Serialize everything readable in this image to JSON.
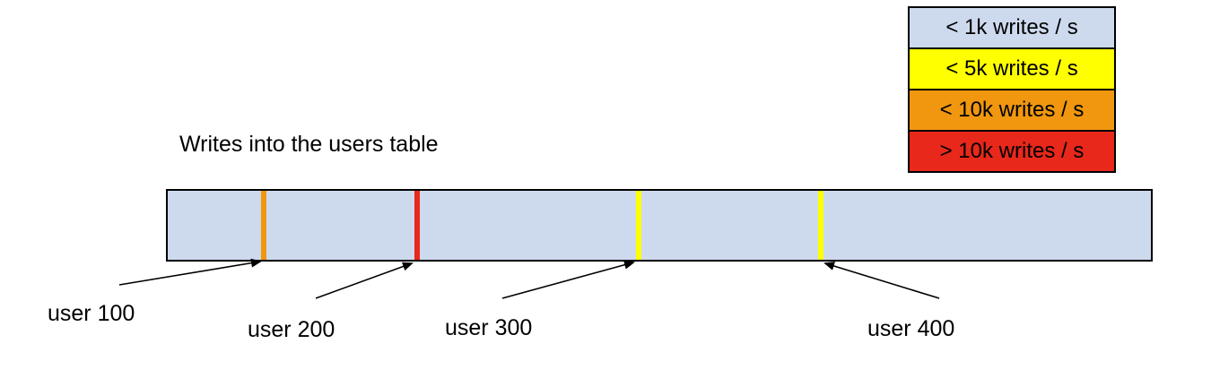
{
  "title": "Writes into the users table",
  "legend": {
    "items": [
      {
        "label": "< 1k writes / s",
        "color": "#cddaee"
      },
      {
        "label": "< 5k writes / s",
        "color": "#ffff00"
      },
      {
        "label": "< 10k writes / s",
        "color": "#f0970f"
      },
      {
        "label": "> 10k writes / s",
        "color": "#e8281a"
      }
    ]
  },
  "bar": {
    "fill": "#cddaee",
    "border_color": "#000000",
    "markers": [
      {
        "user": "user 100",
        "rate": "< 10k writes / s",
        "color": "#f0970f"
      },
      {
        "user": "user 200",
        "rate": "> 10k writes / s",
        "color": "#e8281a"
      },
      {
        "user": "user 300",
        "rate": "< 5k writes / s",
        "color": "#ffff00"
      },
      {
        "user": "user 400",
        "rate": "< 5k writes / s",
        "color": "#ffff00"
      }
    ]
  }
}
